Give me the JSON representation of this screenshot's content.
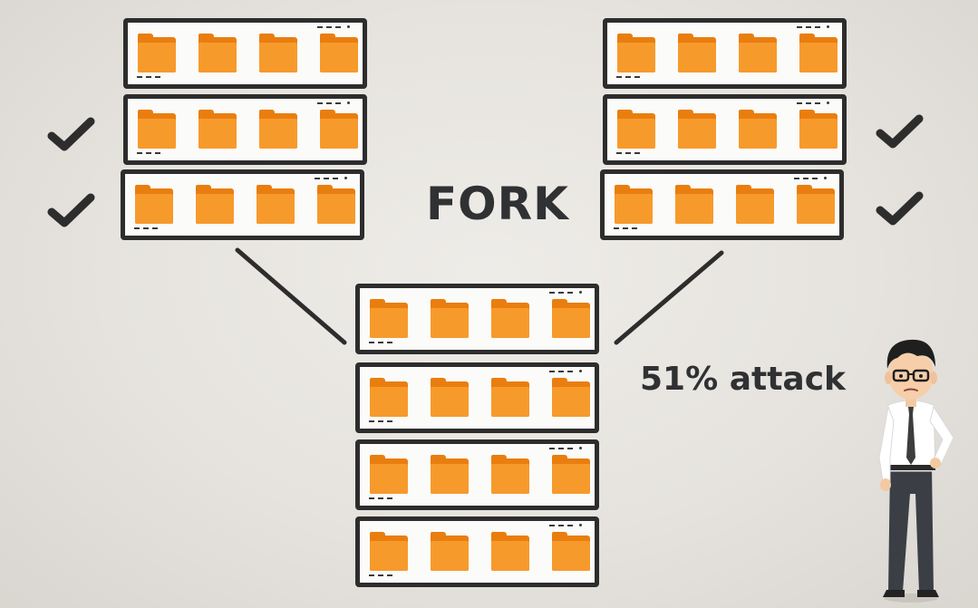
{
  "labels": {
    "fork": "FORK",
    "attack": "51% attack"
  },
  "icons": {
    "folder": "folder-icon",
    "check": "checkmark-icon",
    "person": "businessman-illustration"
  },
  "colors": {
    "folder": "#f79a2c",
    "folder_back": "#e97e0f",
    "outline": "#2d2d2d",
    "text": "#2f3133"
  },
  "chains": {
    "left_branch_blocks": 3,
    "right_branch_blocks": 3,
    "main_chain_blocks": 4,
    "folders_per_block": 4,
    "left_branch_checked_blocks": 2,
    "right_branch_checked_blocks": 2
  }
}
